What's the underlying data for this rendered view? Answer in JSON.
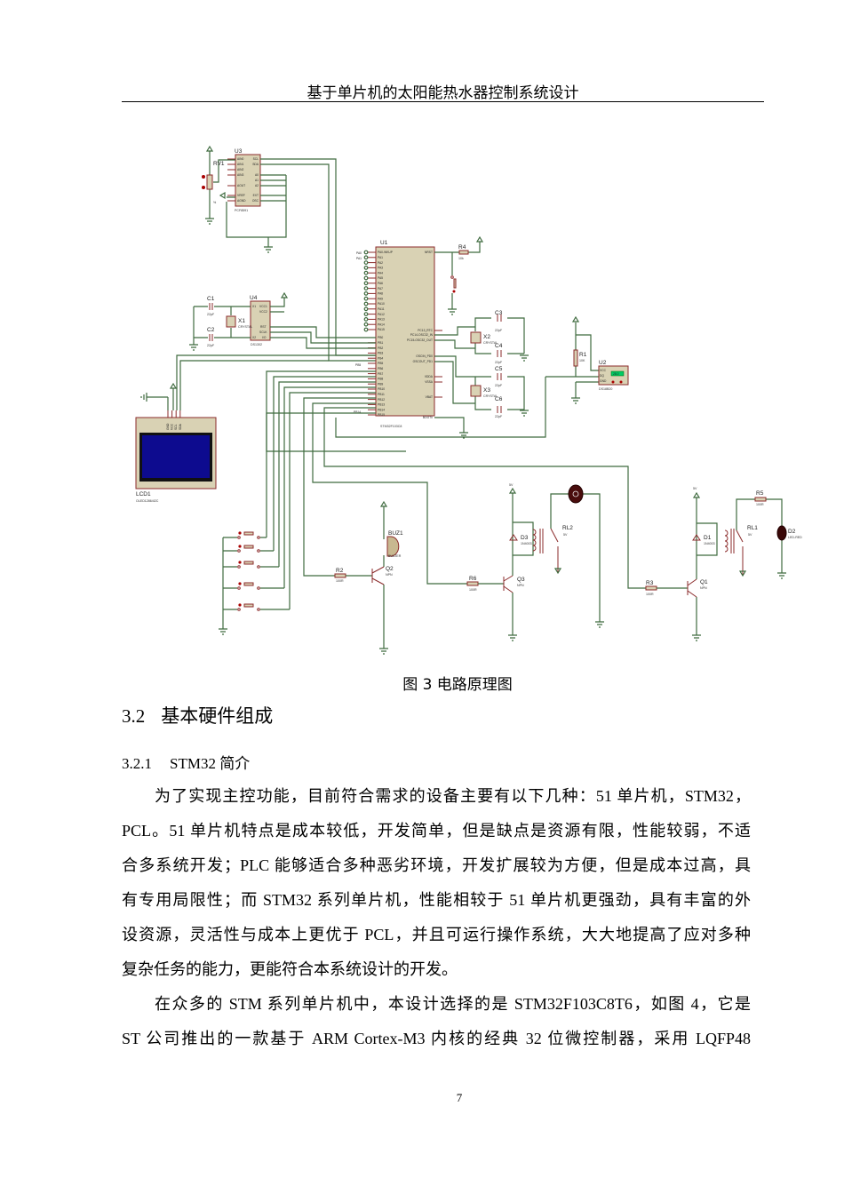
{
  "header": {
    "title": "基于单片机的太阳能热水器控制系统设计"
  },
  "figure": {
    "caption": "图  3  电路原理图",
    "labels": {
      "u3": "U3",
      "u3_part": "PCF8591",
      "rv1": "RV1",
      "rv1_pct": "%",
      "u1": "U1",
      "u1_part": "STM32F103C8",
      "r4": "R4",
      "r4_val": "10k",
      "u4": "U4",
      "u4_part": "DS1302",
      "c1": "C1",
      "c2": "C2",
      "c3": "C3",
      "c4": "C4",
      "c5": "C5",
      "c6": "C6",
      "cap_val": "22pF",
      "x1": "X1",
      "x2": "X2",
      "x3": "X3",
      "crystal": "CRYSTAL",
      "r1": "R1",
      "r1_val": "10K",
      "u2": "U2",
      "u2_part": "DS18B20",
      "u2_display": "28.0",
      "lcd1": "LCD1",
      "lcd1_part": "OLED12864I2C",
      "buz1": "BUZ1",
      "buz1_part": "BUZZER",
      "q1": "Q1",
      "q2": "Q2",
      "q3": "Q3",
      "npn": "NPN",
      "r2": "R2",
      "r3": "R3",
      "r5": "R5",
      "r6": "R6",
      "res_val": "100R",
      "d1": "D1",
      "d3": "D3",
      "diode_val": "1N4003",
      "rl1": "RL1",
      "rl2": "RL2",
      "v5": "5V",
      "d2": "D2",
      "d2_part": "LED-RED",
      "pa0": "PA0",
      "pa1": "PA1",
      "pb5": "PB5",
      "pb14": "PB14"
    },
    "u3_pins_left": [
      "AIN0",
      "AIN1",
      "AIN2",
      "AIN3",
      "AOUT",
      "VREF",
      "AGND"
    ],
    "u3_pins_right": [
      "SCL",
      "SDA",
      "A0",
      "A1",
      "A2",
      "EXT",
      "OSC"
    ],
    "u4_pins_left": [
      "X1",
      "X2"
    ],
    "u4_pins_right": [
      "VCC1",
      "VCC2",
      "RST",
      "SCLK",
      "I/O"
    ],
    "u1_pins_left": [
      "PA0-WKUP",
      "PA1",
      "PA2",
      "PA3",
      "PA4",
      "PA5",
      "PA6",
      "PA7",
      "PA8",
      "PA9",
      "PA10",
      "PA11",
      "PA12",
      "PA13",
      "PA14",
      "PA15",
      "PB0",
      "PB1",
      "PB2",
      "PB3",
      "PB4",
      "PB5",
      "PB6",
      "PB7",
      "PB8",
      "PB9",
      "PB10",
      "PB11",
      "PB12",
      "PB13",
      "PB14",
      "PB15"
    ],
    "u1_pins_right": [
      "NRST",
      "PC13_RTC",
      "PC14-OSC32_IN",
      "PC15-OSC32_OUT",
      "OSCIN_PD0",
      "OSCOUT_PD1",
      "VDDA",
      "VSSA",
      "VBAT",
      "BOOT0"
    ],
    "u2_pins": [
      "VCC",
      "DQ",
      "GND"
    ],
    "lcd_pins": [
      "GND",
      "VCC",
      "SCL",
      "SDA"
    ]
  },
  "section": {
    "number": "3.2",
    "title": "基本硬件组成"
  },
  "subsection": {
    "number": "3.2.1",
    "title": "STM32 简介"
  },
  "paragraphs": [
    [
      "为了实现主控功能，目前符合需求的设备主要有以下几种：51 单片机，STM32，",
      "PCL。51 单片机特点是成本较低，开发简单，但是缺点是资源有限，性能较弱，不适",
      "合多系统开发；PLC 能够适合多种恶劣环境，开发扩展较为方便，但是成本过高，具",
      "有专用局限性；而 STM32 系列单片机，性能相较于 51 单片机更强劲，具有丰富的外",
      "设资源，灵活性与成本上更优于 PCL，并且可运行操作系统，大大地提高了应对多种",
      "复杂任务的能力，更能符合本系统设计的开发。"
    ],
    [
      "在众多的 STM 系列单片机中，本设计选择的是 STM32F103C8T6，如图  4，它是",
      "ST 公司推出的一款基于  ARM Cortex-M3 内核的经典  32 位微控制器，采用  LQFP48"
    ]
  ],
  "page_number": "7"
}
